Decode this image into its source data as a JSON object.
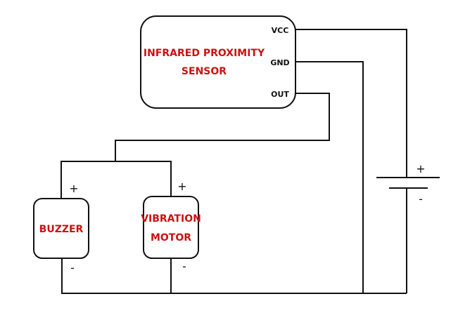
{
  "sensor": {
    "label_line1": "INFRARED PROXIMITY",
    "label_line2": "SENSOR",
    "pins": {
      "vcc": "VCC",
      "gnd": "GND",
      "out": "OUT"
    }
  },
  "buzzer": {
    "label": "BUZZER",
    "plus": "+",
    "minus": "-"
  },
  "motor": {
    "label_line1": "VIBRATION",
    "label_line2": "MOTOR",
    "plus": "+",
    "minus": "-"
  },
  "battery": {
    "plus": "+",
    "minus": "-"
  },
  "colors": {
    "label_red": "#cc1111",
    "line": "#111111",
    "background": "#ffffff"
  }
}
